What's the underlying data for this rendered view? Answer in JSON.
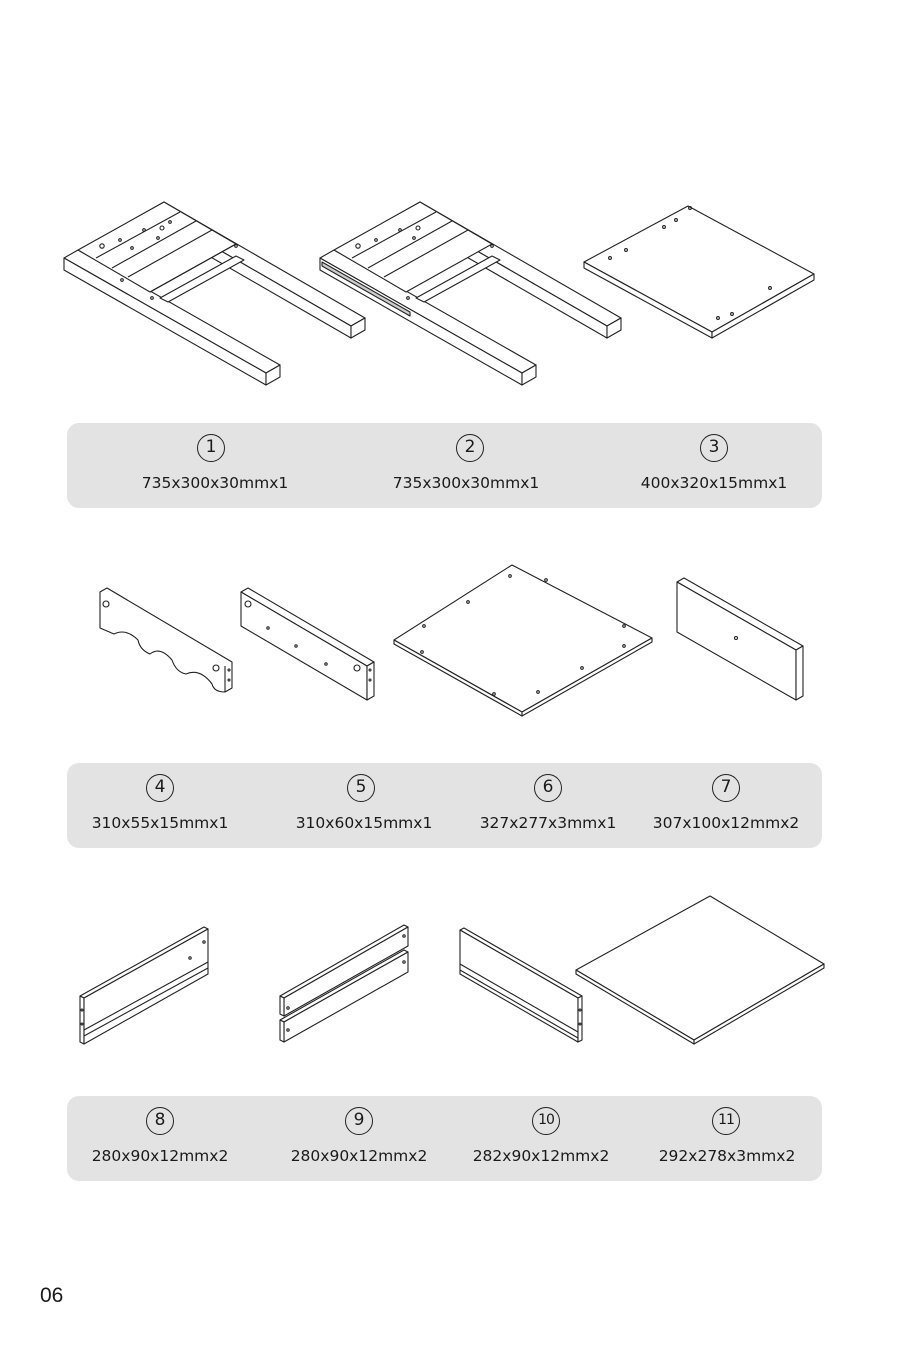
{
  "page_number": "06",
  "rows": [
    {
      "parts": [
        {
          "number": "1",
          "dimensions": "735x300x30mmx1"
        },
        {
          "number": "2",
          "dimensions": "735x300x30mmx1"
        },
        {
          "number": "3",
          "dimensions": "400x320x15mmx1"
        }
      ]
    },
    {
      "parts": [
        {
          "number": "4",
          "dimensions": "310x55x15mmx1"
        },
        {
          "number": "5",
          "dimensions": "310x60x15mmx1"
        },
        {
          "number": "6",
          "dimensions": "327x277x3mmx1"
        },
        {
          "number": "7",
          "dimensions": "307x100x12mmx2"
        }
      ]
    },
    {
      "parts": [
        {
          "number": "8",
          "dimensions": "280x90x12mmx2"
        },
        {
          "number": "9",
          "dimensions": "280x90x12mmx2"
        },
        {
          "number": "10",
          "dimensions": "282x90x12mmx2"
        },
        {
          "number": "11",
          "dimensions": "292x278x3mmx2"
        }
      ]
    }
  ]
}
